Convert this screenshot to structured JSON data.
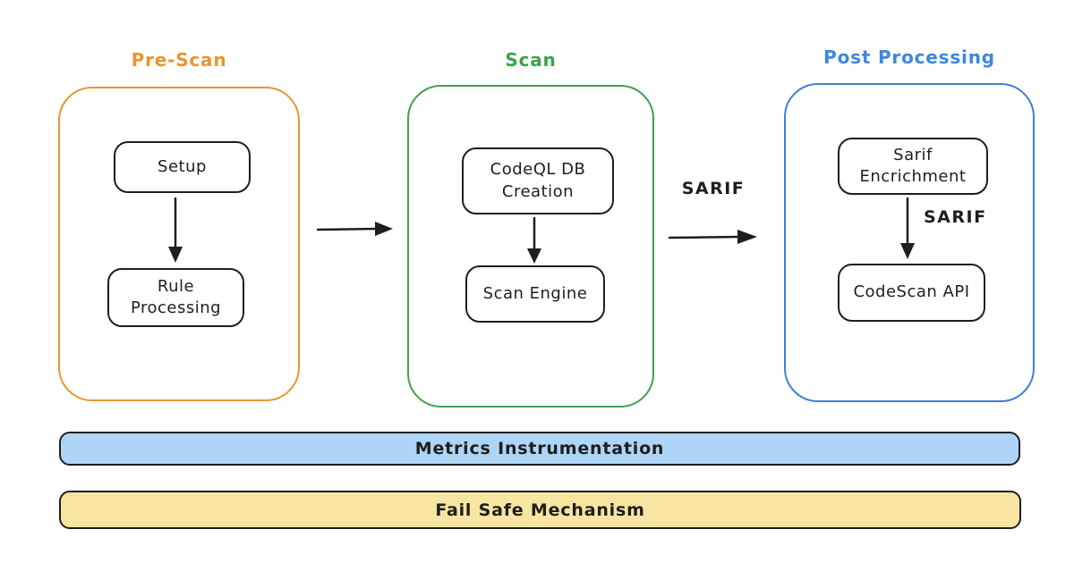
{
  "diagram": {
    "stages": [
      {
        "title": "Pre-Scan",
        "accent_color": "#e8962e",
        "nodes": [
          {
            "label": "Setup"
          },
          {
            "label": "Rule Processing"
          }
        ]
      },
      {
        "title": "Scan",
        "accent_color": "#3da24a",
        "nodes": [
          {
            "label": "CodeQL DB Creation"
          },
          {
            "label": "Scan Engine"
          }
        ]
      },
      {
        "title": "Post Processing",
        "accent_color": "#3d7fd6",
        "nodes": [
          {
            "label": "Sarif Encrichment"
          },
          {
            "label": "CodeScan API"
          }
        ]
      }
    ],
    "connectors": {
      "scan_to_post_label": "SARIF",
      "enrichment_to_api_label": "SARIF"
    },
    "bars": [
      {
        "label": "Metrics Instrumentation",
        "fill_color": "#aed5f6"
      },
      {
        "label": "Fail Safe Mechanism",
        "fill_color": "#f7e5a1"
      }
    ]
  }
}
